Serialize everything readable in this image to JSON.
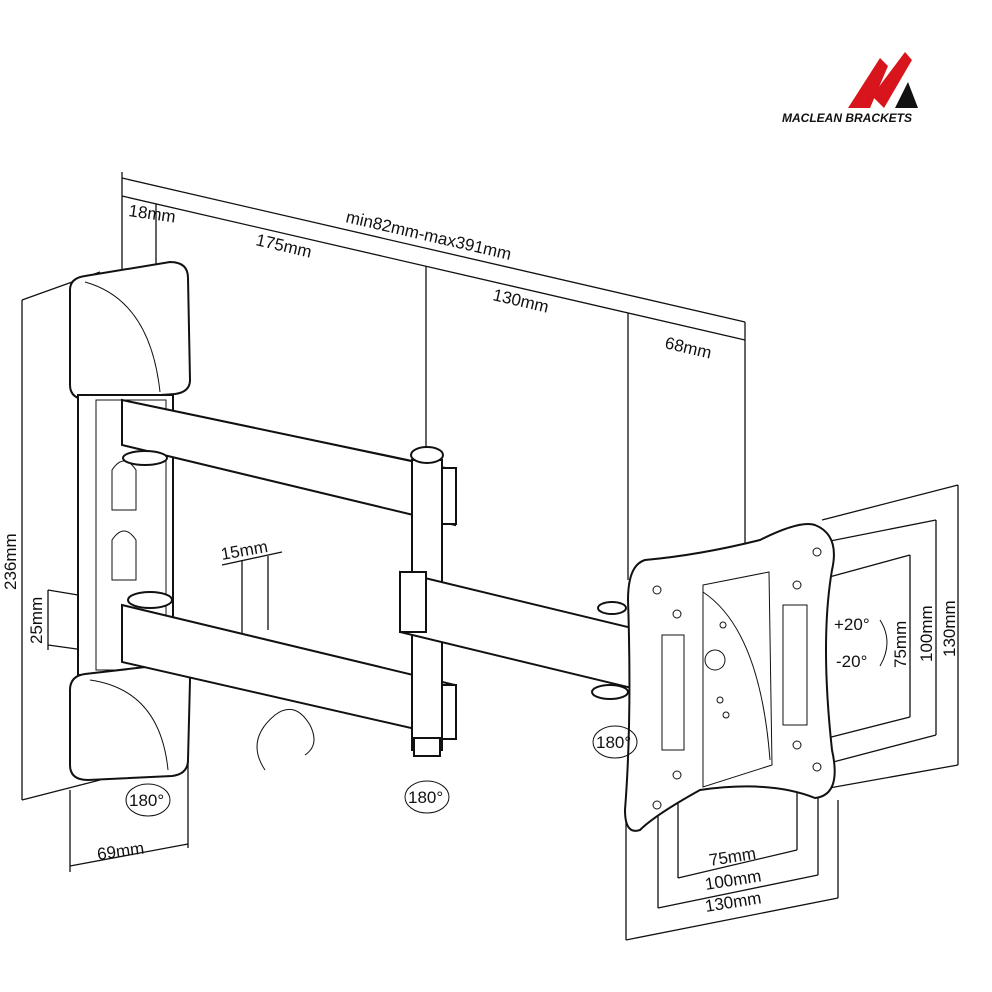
{
  "logo": {
    "brand": "MACLEAN BRACKETS",
    "colors": {
      "red": "#d8141c",
      "black": "#111111"
    }
  },
  "dimensions": {
    "wall_plate_depth": "18mm",
    "extension_range": "min82mm-max391mm",
    "arm1_length": "175mm",
    "arm2_length": "130mm",
    "head_depth": "68mm",
    "total_height": "236mm",
    "arm_height": "25mm",
    "arm_width": "15mm",
    "wall_plate_width": "69mm"
  },
  "rotations": {
    "wall": "180°",
    "elbow": "180°",
    "head": "180°",
    "tilt_up": "+20°",
    "tilt_down": "-20°"
  },
  "vesa": {
    "vertical": [
      "75mm",
      "100mm",
      "130mm"
    ],
    "horizontal": [
      "75mm",
      "100mm",
      "130mm"
    ]
  }
}
